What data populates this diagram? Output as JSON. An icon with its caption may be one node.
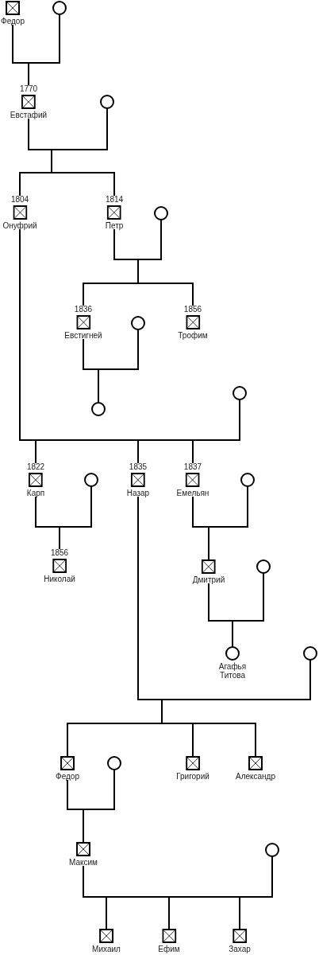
{
  "diagram": {
    "nodes": [
      {
        "text": [
          "Федор"
        ]
      },
      {
        "text": [],
        "shape": "circle"
      },
      {
        "text": [
          "1770",
          "Евстафий"
        ]
      },
      {
        "text": [],
        "shape": "circle"
      },
      {
        "text": [
          "1804",
          "Онуфрий"
        ]
      },
      {
        "text": [
          "1814",
          "Петр"
        ]
      },
      {
        "text": [],
        "shape": "circle"
      },
      {
        "text": [
          "1836",
          "Евстигней"
        ]
      },
      {
        "text": [],
        "shape": "circle"
      },
      {
        "text": [
          "1856",
          "Трофим"
        ]
      },
      {
        "text": [],
        "shape": "circle"
      },
      {
        "text": [],
        "shape": "circle"
      },
      {
        "text": [
          "1822",
          "Карп"
        ]
      },
      {
        "text": [],
        "shape": "circle"
      },
      {
        "text": [
          "1835",
          "Назар"
        ]
      },
      {
        "text": [
          "1837",
          "Емельян"
        ]
      },
      {
        "text": [],
        "shape": "circle"
      },
      {
        "text": [
          "1856",
          "Николай"
        ]
      },
      {
        "text": [
          "Дмитрий"
        ]
      },
      {
        "text": [],
        "shape": "circle"
      },
      {
        "text": [
          "Агафья Титова"
        ]
      },
      {
        "text": [],
        "shape": "circle"
      },
      {
        "text": [
          "Федор"
        ]
      },
      {
        "text": [],
        "shape": "circle"
      },
      {
        "text": [
          "Григорий"
        ]
      },
      {
        "text": [
          "Александр"
        ]
      },
      {
        "text": [
          "Максим"
        ]
      },
      {
        "text": [],
        "shape": "circle"
      },
      {
        "text": [
          "Михаил"
        ]
      },
      {
        "text": [
          "Ефим"
        ]
      },
      {
        "text": [
          "Захар"
        ]
      }
    ],
    "edges": [
      {
        "from": 0,
        "to": 2,
        "arrow": "none"
      },
      {
        "from": 1,
        "to": 2,
        "arrow": "none"
      },
      {
        "from": 2,
        "to": 4,
        "arrow": "none"
      },
      {
        "from": 3,
        "to": 4,
        "arrow": "none"
      },
      {
        "from": 2,
        "to": 5,
        "arrow": "none"
      },
      {
        "from": 3,
        "to": 5,
        "arrow": "none"
      },
      {
        "from": 5,
        "to": 7,
        "arrow": "none"
      },
      {
        "from": 6,
        "to": 7,
        "arrow": "none"
      },
      {
        "from": 5,
        "to": 9,
        "arrow": "none"
      },
      {
        "from": 6,
        "to": 9,
        "arrow": "none"
      },
      {
        "from": 7,
        "to": 11,
        "arrow": "none"
      },
      {
        "from": 8,
        "to": 11,
        "arrow": "none"
      },
      {
        "from": 4,
        "to": 12,
        "arrow": "none"
      },
      {
        "from": 10,
        "to": 12,
        "arrow": "none"
      },
      {
        "from": 4,
        "to": 14,
        "arrow": "none"
      },
      {
        "from": 10,
        "to": 14,
        "arrow": "none"
      },
      {
        "from": 4,
        "to": 15,
        "arrow": "none"
      },
      {
        "from": 10,
        "to": 15,
        "arrow": "none"
      },
      {
        "from": 12,
        "to": 17,
        "arrow": "none"
      },
      {
        "from": 13,
        "to": 17,
        "arrow": "none"
      },
      {
        "from": 15,
        "to": 18,
        "arrow": "none"
      },
      {
        "from": 16,
        "to": 18,
        "arrow": "none"
      },
      {
        "from": 18,
        "to": 20,
        "arrow": "none"
      },
      {
        "from": 19,
        "to": 20,
        "arrow": "none"
      },
      {
        "from": 14,
        "to": 22,
        "arrow": "none"
      },
      {
        "from": 21,
        "to": 22,
        "arrow": "none"
      },
      {
        "from": 14,
        "to": 24,
        "arrow": "none"
      },
      {
        "from": 21,
        "to": 24,
        "arrow": "none"
      },
      {
        "from": 14,
        "to": 25,
        "arrow": "none"
      },
      {
        "from": 21,
        "to": 25,
        "arrow": "none"
      },
      {
        "from": 22,
        "to": 26,
        "arrow": "none"
      },
      {
        "from": 23,
        "to": 26,
        "arrow": "none"
      },
      {
        "from": 26,
        "to": 28,
        "arrow": "none"
      },
      {
        "from": 27,
        "to": 28,
        "arrow": "none"
      },
      {
        "from": 26,
        "to": 29,
        "arrow": "none"
      },
      {
        "from": 27,
        "to": 29,
        "arrow": "none"
      },
      {
        "from": 26,
        "to": 30,
        "arrow": "none"
      },
      {
        "from": 27,
        "to": 30,
        "arrow": "none"
      }
    ]
  }
}
